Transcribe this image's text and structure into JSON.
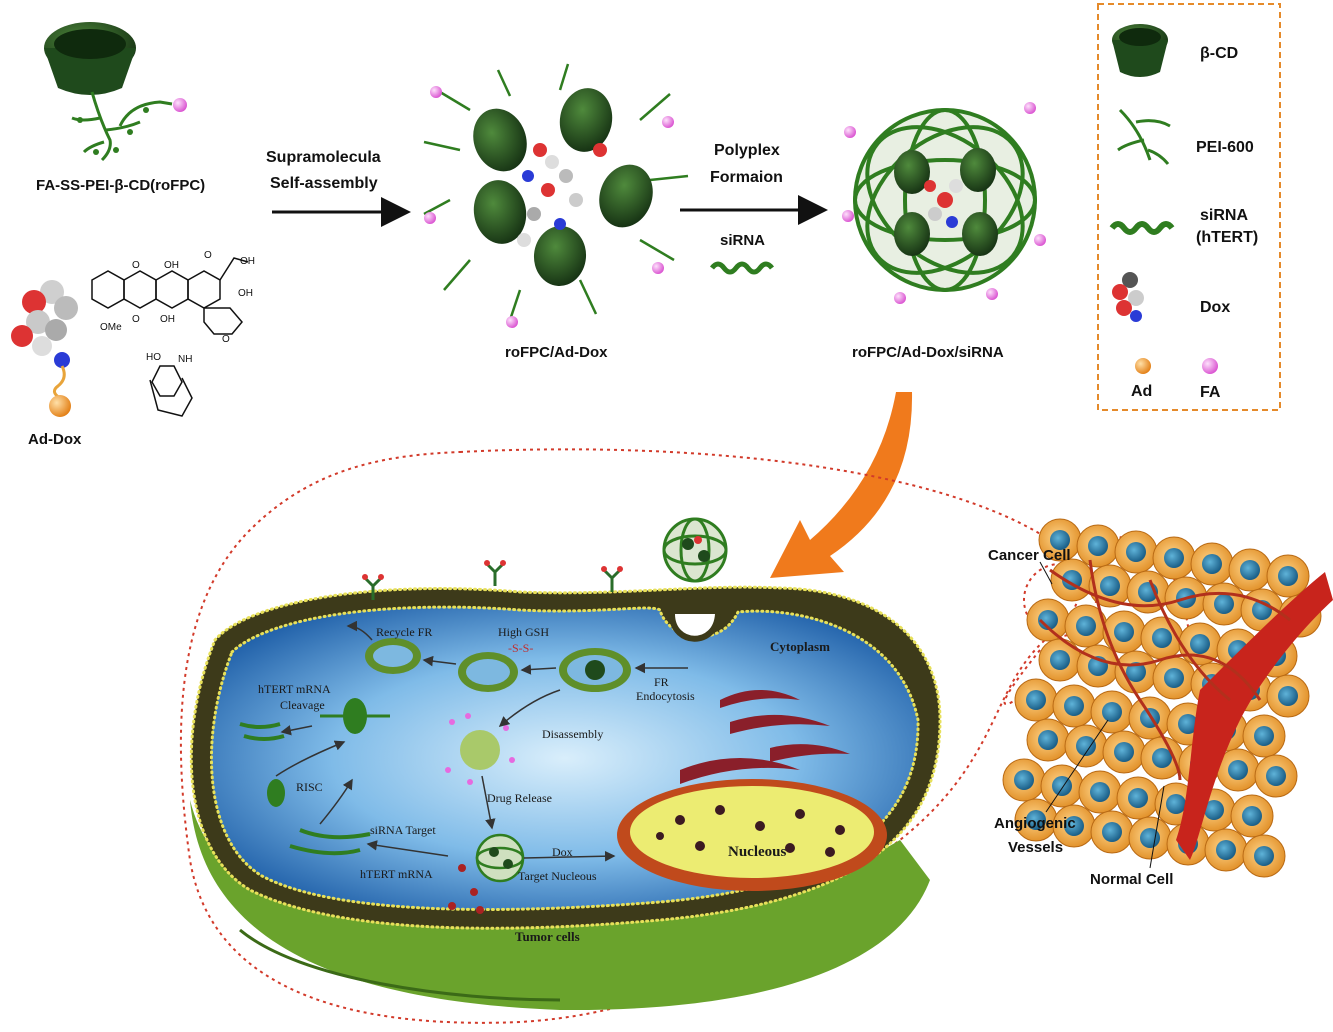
{
  "top": {
    "carrier_label": "FA-SS-PEI-β-CD(roFPC)",
    "drug_label": "Ad-Dox",
    "step1_line1": "Supramolecula",
    "step1_line2": "Self-assembly",
    "complex1_label": "roFPC/Ad-Dox",
    "step2_line1": "Polyplex",
    "step2_line2": "Formaion",
    "step2_reagent": "siRNA",
    "complex2_label": "roFPC/Ad-Dox/siRNA"
  },
  "legend": {
    "beta_cd": "β-CD",
    "pei": "PEI-600",
    "sirna_line1": "siRNA",
    "sirna_line2": "(hTERT)",
    "dox": "Dox",
    "ad": "Ad",
    "fa": "FA"
  },
  "cell": {
    "cytoplasm": "Cytoplasm",
    "recycle": "Recycle FR",
    "high_gsh": "High GSH",
    "ss": "-S-S-",
    "fr_endo_1": "FR",
    "fr_endo_2": "Endocytosis",
    "htert_cleave_1": "hTERT mRNA",
    "htert_cleave_2": "Cleavage",
    "disassembly": "Disassembly",
    "drug_release": "Drug Release",
    "risc": "RISC",
    "sirna_target": "siRNA Target",
    "htert_mrna": "hTERT mRNA",
    "dox": "Dox",
    "target_nucleous": "Target Nucleous",
    "nucleous": "Nucleous",
    "tumor_cells": "Tumor cells"
  },
  "tissue": {
    "cancer_cell": "Cancer Cell",
    "angio_1": "Angiogenic",
    "angio_2": "Vessels",
    "normal_cell": "Normal Cell"
  },
  "colors": {
    "cd_green": "#1f4a1c",
    "pei_green": "#2f7d20",
    "fa_pink": "#e66adf",
    "ad_orange": "#f39a2a",
    "membrane": "#3d3a1a",
    "cytoplasm_blue": "#3f8fd6",
    "arrow_orange": "#f07a1c",
    "dashed_red": "#d23a2a"
  }
}
